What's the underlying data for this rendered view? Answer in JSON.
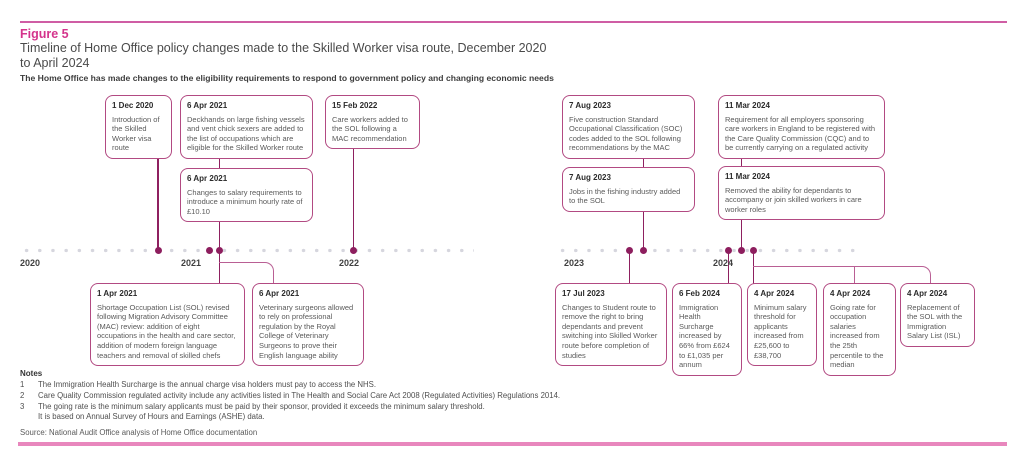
{
  "header": {
    "figure_label": "Figure 5",
    "title_line1": "Timeline of Home Office policy changes made to the Skilled Worker visa route, December 2020",
    "title_line2": "to April 2024",
    "standfirst": "The Home Office has made changes to the eligibility requirements to respond to government policy and changing economic needs"
  },
  "timeline": {
    "years": [
      "2020",
      "2021",
      "2022",
      "2023",
      "2024"
    ],
    "events": {
      "intro": {
        "date": "1 Dec 2020",
        "text": "Introduction of the Skilled Worker visa route"
      },
      "deckhands": {
        "date": "6 Apr 2021",
        "text": "Deckhands on large fishing vessels and vent chick sexers are added to the list of occupations which are eligible for the Skilled Worker route"
      },
      "salary_rate": {
        "date": "6 Apr 2021",
        "text": "Changes to salary requirements to introduce a minimum hourly rate of £10.10"
      },
      "care_workers": {
        "date": "15 Feb 2022",
        "text": "Care workers added to the SOL following a MAC recommendation"
      },
      "sol_revision": {
        "date": "1 Apr 2021",
        "text": "Shortage Occupation List (SOL) revised following Migration Advisory Committee (MAC) review: addition of eight occupations in the health and care sector, addition of modern foreign language teachers and removal of skilled chefs"
      },
      "vets": {
        "date": "6 Apr 2021",
        "text": "Veterinary surgeons allowed to rely on professional regulation by the Royal College of Veterinary Surgeons to prove their English language ability"
      },
      "construction": {
        "date": "7 Aug 2023",
        "text": "Five construction Standard Occupational Classification (SOC) codes added to the SOL following recommendations by the MAC"
      },
      "fishing": {
        "date": "7 Aug 2023",
        "text": "Jobs in the fishing industry added to the SOL"
      },
      "cqc": {
        "date": "11 Mar 2024",
        "text": "Requirement for all employers sponsoring care workers in England to be registered with the Care Quality Commission (CQC) and to be currently carrying on a regulated activity"
      },
      "dependants": {
        "date": "11 Mar 2024",
        "text": "Removed the ability for dependants to accompany or join skilled workers in care worker roles"
      },
      "student": {
        "date": "17 Jul 2023",
        "text": "Changes to Student route to remove the right to bring dependants and prevent switching into Skilled Worker route before completion of studies"
      },
      "ihs": {
        "date": "6 Feb 2024",
        "text": "Immigration Health Surcharge increased by 66% from £624 to £1,035 per annum"
      },
      "min_salary": {
        "date": "4 Apr 2024",
        "text": "Minimum salary threshold for applicants increased from £25,600 to £38,700"
      },
      "going_rate": {
        "date": "4 Apr 2024",
        "text": "Going rate for occupation salaries increased from the 25th percentile to the median"
      },
      "isl": {
        "date": "4 Apr 2024",
        "text": "Replacement of the SOL with the Immigration Salary List (ISL)"
      }
    }
  },
  "notes": {
    "heading": "Notes",
    "items": [
      {
        "num": "1",
        "lines": [
          "The Immigration Health Surcharge is the annual charge visa holders must pay to access the NHS."
        ]
      },
      {
        "num": "2",
        "lines": [
          "Care Quality Commission regulated activity include any activities listed in The Health and Social Care Act 2008 (Regulated Activities) Regulations 2014."
        ]
      },
      {
        "num": "3",
        "lines": [
          "The going rate is the minimum salary applicants must be paid by their sponsor, provided it exceeds the minimum salary threshold.",
          "It is based on Annual Survey of Hours and Earnings (ASHE) data."
        ]
      }
    ],
    "source": "Source: National Audit Office analysis of Home Office documentation"
  },
  "colors": {
    "accent_pink": "#d4348c",
    "rule_pink": "#cf5da4",
    "box_border": "#b24a82",
    "event_line_dark": "#8e2060",
    "branch_line": "#b95f94",
    "axis_dot_gray": "#d6d6de",
    "bottom_bar": "#e887bd"
  }
}
